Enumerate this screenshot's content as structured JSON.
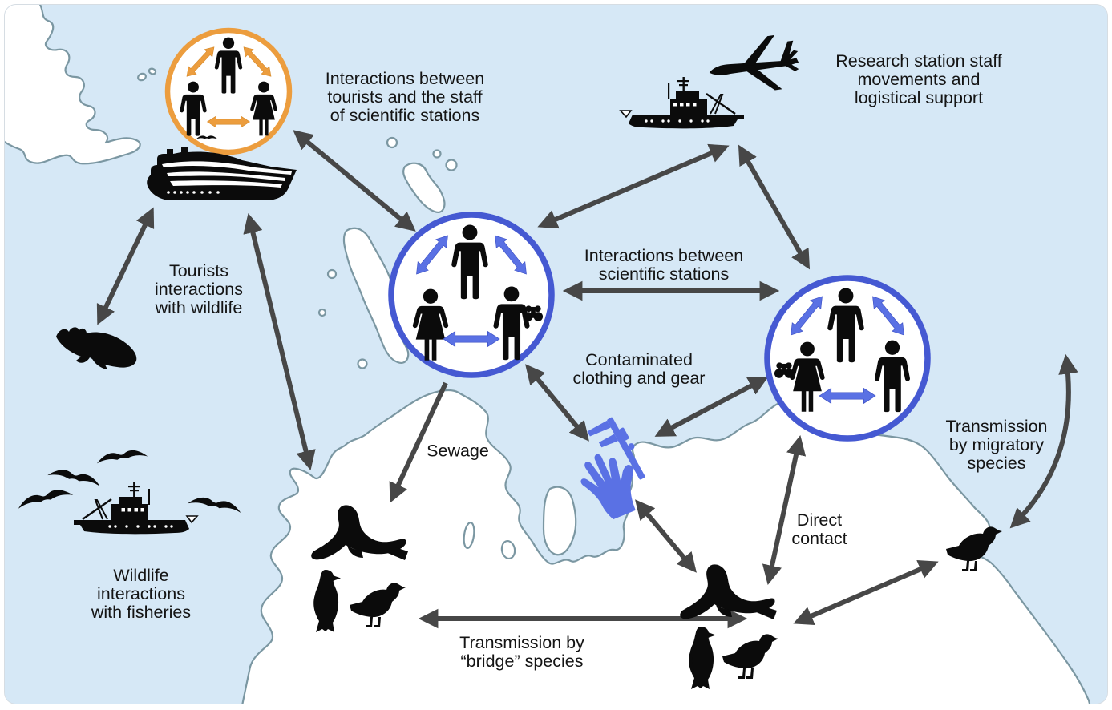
{
  "diagram": {
    "description": "Map-style diagram of the Antarctic Peninsula showing transmission pathways between tourists, scientific stations and wildlife",
    "colors": {
      "sea": "#d6e8f6",
      "land": "#ffffff",
      "land_outline": "#7b97a2",
      "arrow_gray": "#474747",
      "accent_orange": "#ec9d3e",
      "accent_blue": "#5a71e4",
      "circle_blue": "#4559d2",
      "text": "#141414"
    },
    "labels": {
      "tourists_staff": "Interactions between\ntourists and the staff\nof scientific stations",
      "research_staff": "Research station staff\nmovements and\nlogistical support",
      "stations": "Interactions between\nscientific stations",
      "contaminated": "Contaminated\nclothing and gear",
      "sewage": "Sewage",
      "tourists_wildlife": "Tourists\ninteractions\nwith wildlife",
      "fisheries": "Wildlife\ninteractions\nwith fisheries",
      "direct_contact": "Direct\ncontact",
      "bridge": "Transmission by\n“bridge” species",
      "migratory": "Transmission\nby migratory\nspecies"
    },
    "nodes": [
      {
        "id": "tourist-staff-circle",
        "icon": "three-people-orange-arrows",
        "ring": "orange"
      },
      {
        "id": "station-a-circle",
        "icon": "three-people-blue-arrows-binoculars",
        "ring": "blue"
      },
      {
        "id": "station-b-circle",
        "icon": "three-people-blue-arrows-binoculars",
        "ring": "blue"
      },
      {
        "id": "cruise-ship"
      },
      {
        "id": "research-vessel"
      },
      {
        "id": "airplane"
      },
      {
        "id": "fishing-vessel-with-birds"
      },
      {
        "id": "whale"
      },
      {
        "id": "wildlife-group-west",
        "icon": "seal-penguin-gull"
      },
      {
        "id": "wildlife-group-east",
        "icon": "seal-penguin-gull"
      },
      {
        "id": "gull-on-coast"
      },
      {
        "id": "glove-and-caliper",
        "color": "blue"
      }
    ],
    "icon_names": [
      "person-icon",
      "binoculars-icon",
      "cruise-ship-icon",
      "research-vessel-icon",
      "fishing-vessel-icon",
      "airplane-icon",
      "whale-icon",
      "seal-icon",
      "penguin-icon",
      "gull-icon",
      "flying-bird-icon",
      "glove-icon",
      "caliper-icon",
      "double-arrow-icon",
      "curved-arrow-icon"
    ]
  }
}
